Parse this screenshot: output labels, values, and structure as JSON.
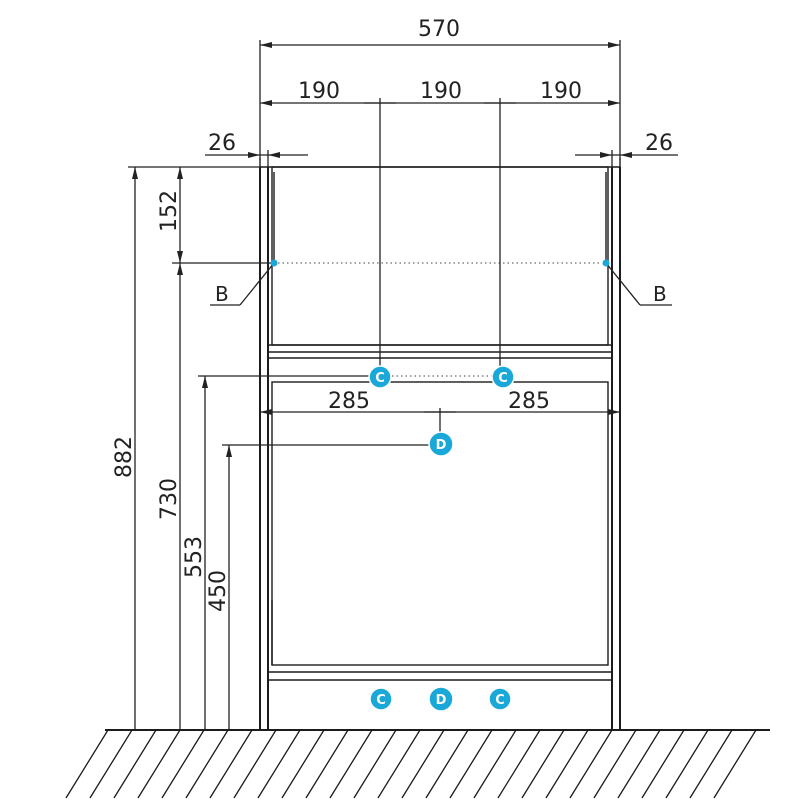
{
  "dimensions": {
    "overall_width": "570",
    "pipe_spacing_left": "190",
    "pipe_spacing_middle": "190",
    "pipe_spacing_right": "190",
    "side_left": "26",
    "side_right": "26",
    "top_offset": "152",
    "overall_height": "882",
    "height_730": "730",
    "height_553": "553",
    "height_450": "450",
    "half_left": "285",
    "half_right": "285"
  },
  "labels": {
    "b_left": "B",
    "b_right": "B"
  },
  "markers": {
    "c": "C",
    "d": "D"
  },
  "colors": {
    "marker": "#19a8d8",
    "line": "#1c1c1c"
  }
}
